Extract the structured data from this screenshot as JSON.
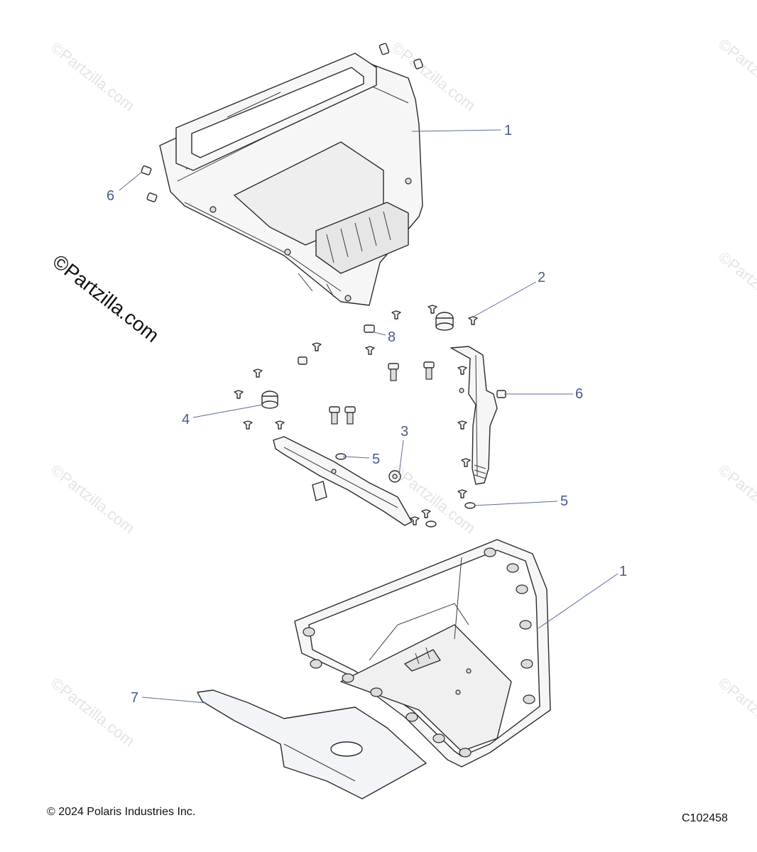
{
  "watermark": {
    "main": "©Partzilla.com",
    "faint": "©Partzilla.com"
  },
  "callouts": [
    "1",
    "2",
    "3",
    "4",
    "5",
    "5",
    "6",
    "6",
    "7",
    "8",
    "1"
  ],
  "footer": {
    "copyright": "© 2024 Polaris Industries Inc.",
    "diagram_code": "C102458"
  },
  "colors": {
    "callout": "#4a5a8c",
    "line": "#2b2b2b"
  }
}
